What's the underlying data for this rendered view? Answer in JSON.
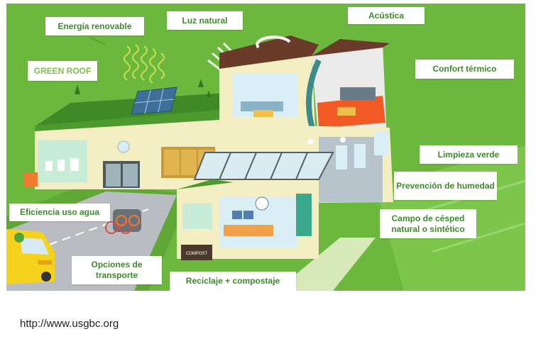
{
  "labels": {
    "green_roof": "GREEN ROOF",
    "renewable": "Energía renovable",
    "natural_light": "Luz natural",
    "acoustics": "Acústica",
    "thermal": "Confort térmico",
    "green_cleaning": "Limpieza verde",
    "moisture": "Prevención de humedad",
    "field": "Campo de césped natural o sintético",
    "water": "Eficiencia uso agua",
    "transport": "Opciones de transporte",
    "recycling": "Reciclaje + compostaje"
  },
  "compost_bin_text": "COMPOST",
  "source_url": "http://www.usgbc.org",
  "colors": {
    "ground": "#6cb83f",
    "accent_text": "#3d8b2a",
    "wall": "#f3efc2",
    "roof_brown": "#6b3b2a",
    "bus_yellow": "#f5d31d"
  }
}
